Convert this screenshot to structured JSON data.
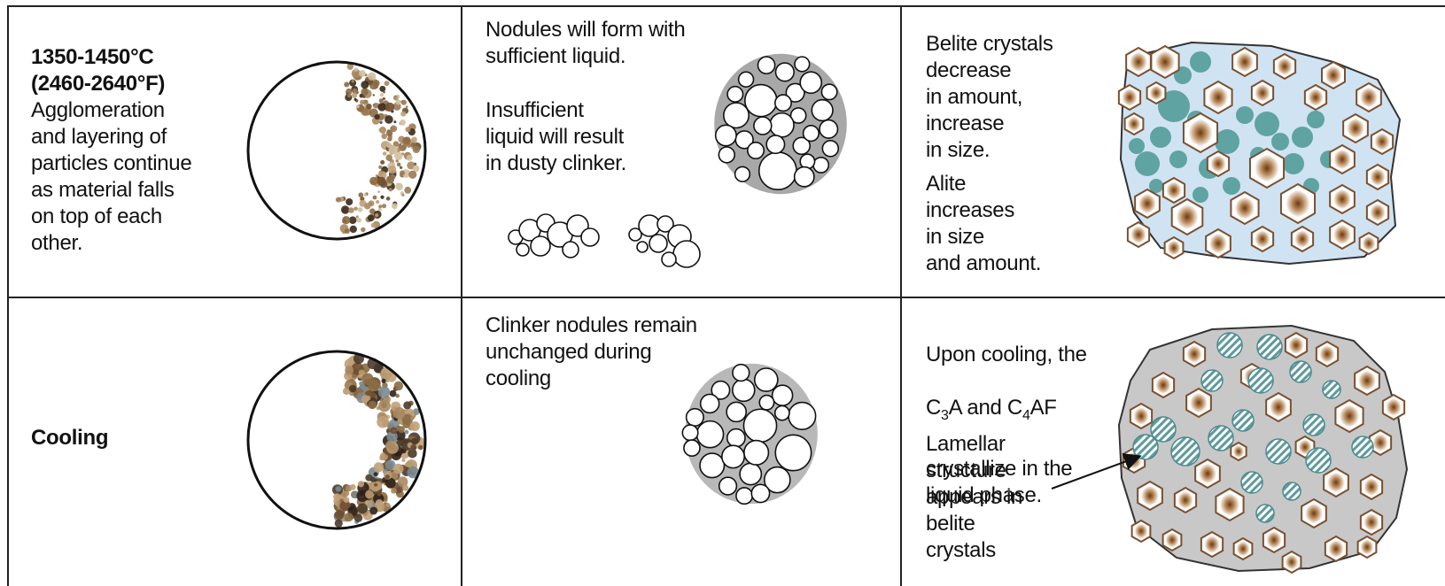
{
  "rows": [
    {
      "col1": {
        "temp_c": "1350-1450°C",
        "temp_f": "(2460-2640°F)",
        "description": "Agglomeration\nand layering of\nparticles continue\nas material falls\non top of each\nother."
      },
      "col2": {
        "text_a": "Nodules will form with\nsufficient liquid.",
        "text_b": "Insufficient\nliquid will result\nin dusty clinker."
      },
      "col3": {
        "text_a": "Belite crystals\ndecrease\nin amount,\nincrease\nin size.",
        "text_b": "Alite\nincreases\nin size\nand amount."
      }
    },
    {
      "col1": {
        "label": "Cooling"
      },
      "col2": {
        "text": "Clinker nodules remain\nunchanged during\ncooling"
      },
      "col3": {
        "line1_pre": "Upon cooling, the",
        "c3a_c": "C",
        "c3a_sub": "3",
        "c3a_rest": "A and C",
        "c4af_sub": "4",
        "c4af_rest": "AF",
        "line3": "crystallize in the\nliquid phase.",
        "text_b": "Lamellar\nstructure\nappears in\nbelite\ncrystals"
      }
    }
  ],
  "colors": {
    "border": "#222222",
    "brown": "#8b5a2b",
    "teal": "#5fa3a3",
    "light_blue": "#cfe3f3",
    "gray_matrix": "#c8c8c8"
  }
}
